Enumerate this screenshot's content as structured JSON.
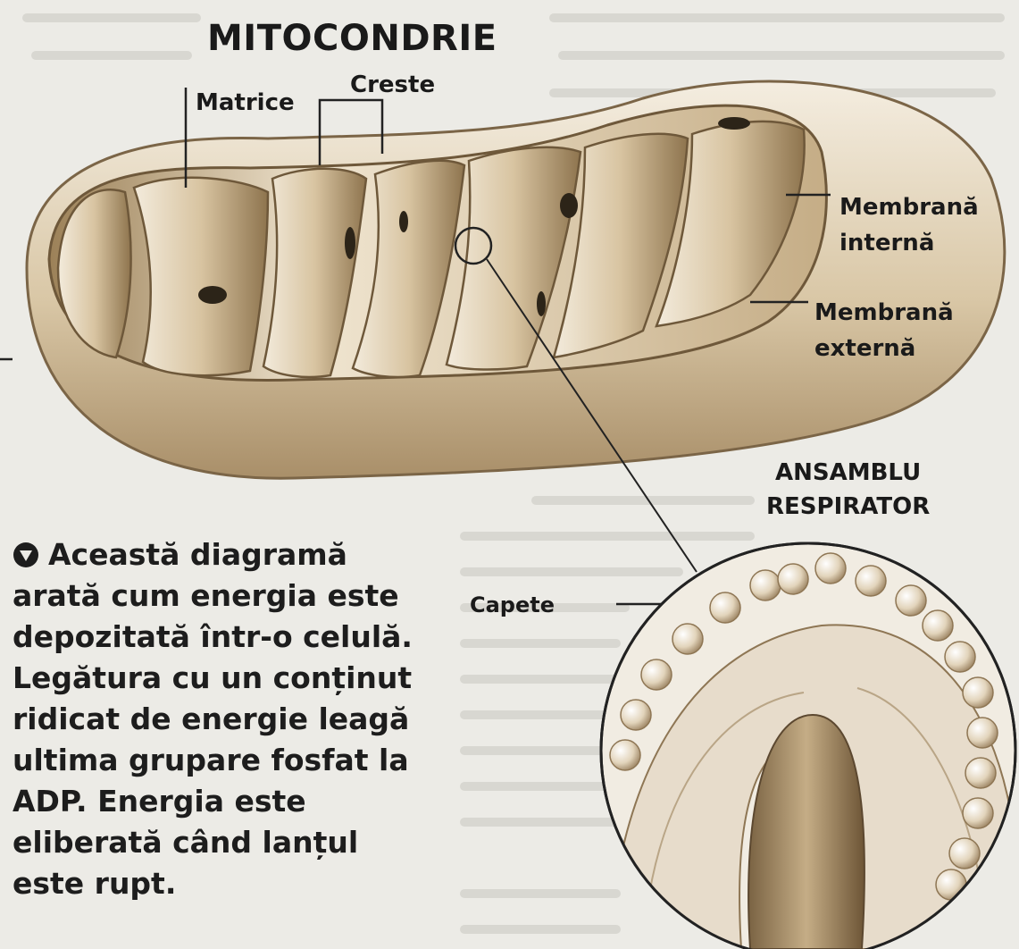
{
  "title": "MITOCONDRIE",
  "labels": {
    "matrice": "Matrice",
    "creste": "Creste",
    "membrana_interna": "Membrană\ninternă",
    "membrana_externa": "Membrană\nexternă",
    "ansamblu": "ANSAMBLU\nRESPIRATOR",
    "capete": "Capete"
  },
  "caption": "Această diagramă arată cum energia este depozitată într-o celulă. Legătura cu un conținut ridicat de energie leagă ultima grupare fosfat la ADP. Energia este eliberată când lanțul este rupt."
}
